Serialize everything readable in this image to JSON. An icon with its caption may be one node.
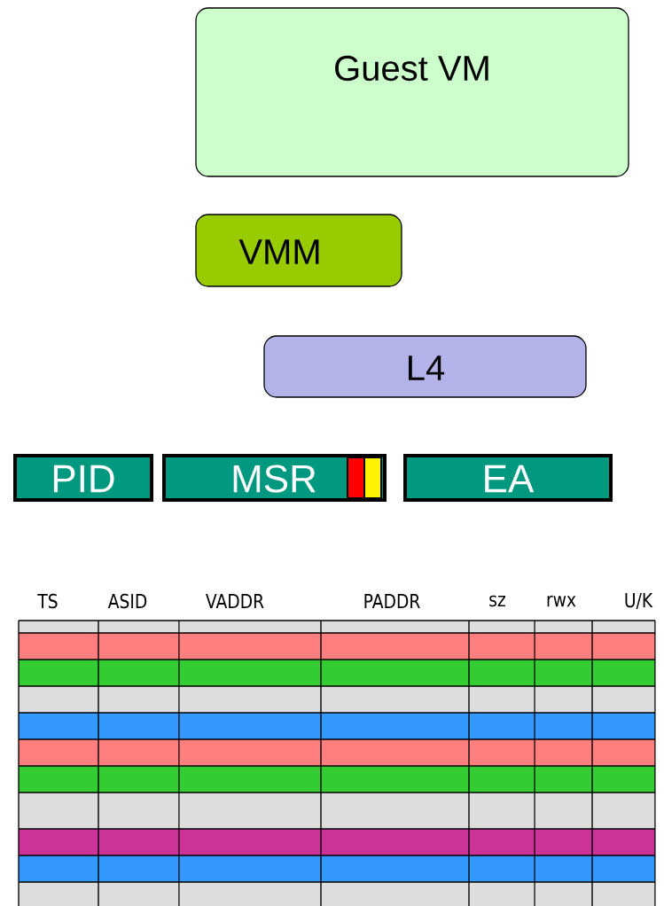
{
  "diagram": {
    "nodes": [
      {
        "text": [
          "Guest  VM"
        ]
      },
      {
        "text": [
          "VMM"
        ]
      },
      {
        "text": [
          "L4"
        ]
      },
      {
        "text": [
          "PID"
        ]
      },
      {
        "text": [
          "MSR"
        ]
      },
      {
        "text": [
          "EA"
        ]
      }
    ],
    "labels": [
      "TS",
      "ASID",
      "VADDR",
      "PADDR",
      "sz",
      "rwx",
      "U/K"
    ]
  }
}
